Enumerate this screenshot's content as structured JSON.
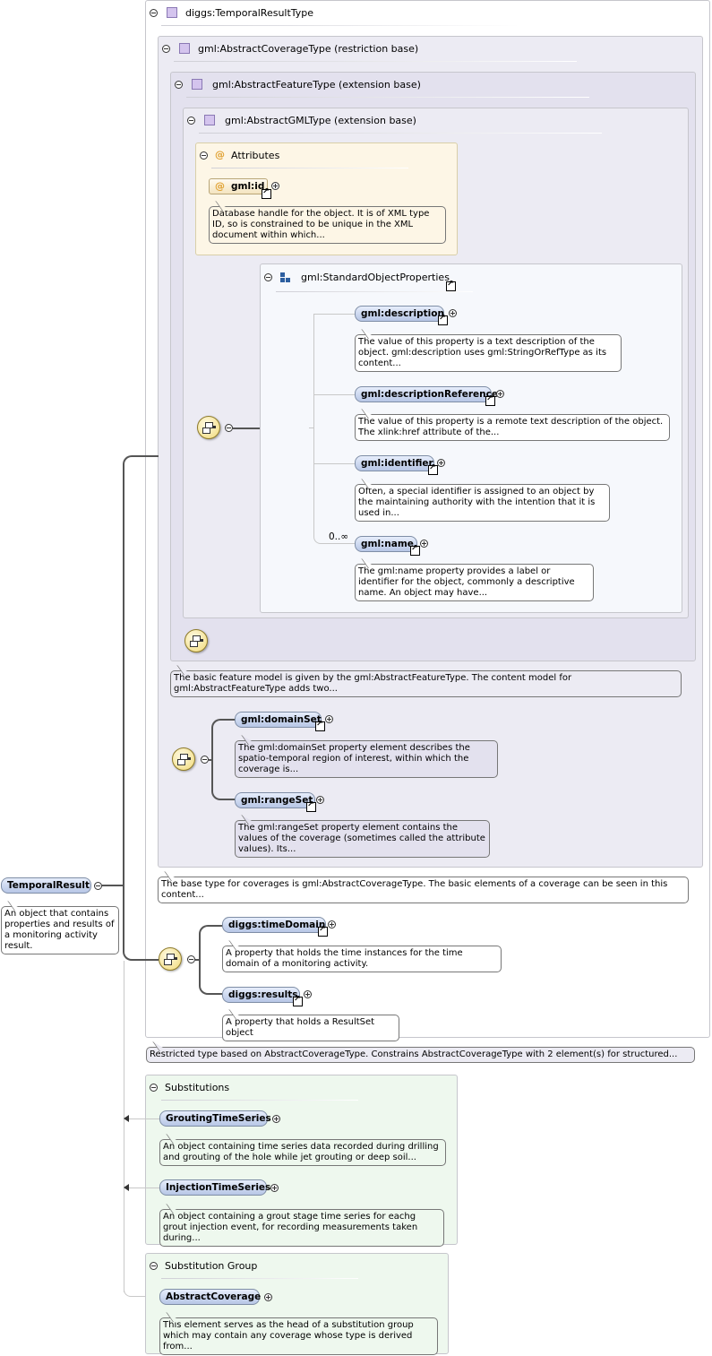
{
  "root": {
    "title": "diggs:TemporalResultType"
  },
  "coverage": {
    "title": "gml:AbstractCoverageType (restriction base)",
    "doc": "The base type for coverages is gml:AbstractCoverageType. The basic elements of a coverage can be seen in this content..."
  },
  "feature": {
    "title": "gml:AbstractFeatureType (extension base)",
    "doc": "The basic feature model is given by the gml:AbstractFeatureType. The content model for gml:AbstractFeatureType adds two..."
  },
  "gmltype": {
    "title": "gml:AbstractGMLType (extension base)"
  },
  "attributes": {
    "title": "Attributes",
    "id_label": "gml:id",
    "id_doc": "Database handle for the object. It is of XML type ID, so is constrained to be unique in the XML document within which..."
  },
  "standard": {
    "title": "gml:StandardObjectProperties",
    "items": [
      {
        "label": "gml:description",
        "doc": "The value of this property is a text description of the object. gml:description uses gml:StringOrRefType as its content..."
      },
      {
        "label": "gml:descriptionReference",
        "doc": "The value of this property is a remote text description of the object. The xlink:href attribute of the..."
      },
      {
        "label": "gml:identifier",
        "doc": "Often, a special identifier is assigned to an object by the maintaining authority with the intention that it is used in..."
      },
      {
        "label": "gml:name",
        "doc": "The gml:name property provides a label or identifier for the object, commonly a descriptive name. An object may have...",
        "cardinality": "0..∞"
      }
    ]
  },
  "coverage_elements": [
    {
      "label": "gml:domainSet",
      "doc": "The gml:domainSet property element describes the spatio-temporal region of interest, within which the coverage is..."
    },
    {
      "label": "gml:rangeSet",
      "doc": "The gml:rangeSet property element contains the values of the coverage (sometimes called the attribute values). Its..."
    }
  ],
  "diggs_elements": [
    {
      "label": "diggs:timeDomain",
      "doc": "A property that holds the time instances for the time domain of a monitoring activity."
    },
    {
      "label": "diggs:results",
      "doc": "A property that holds a ResultSet object"
    }
  ],
  "root_doc": "Restricted type based on AbstractCoverageType. Constrains AbstractCoverageType with 2 element(s) for structured...",
  "element": {
    "label": "TemporalResult",
    "doc": "An object that contains properties and results of a monitoring activity result."
  },
  "substitutions": {
    "title": "Substitutions",
    "items": [
      {
        "label": "GroutingTimeSeries",
        "doc": "An object containing time series data recorded during drilling and grouting of the hole while jet grouting or deep soil..."
      },
      {
        "label": "InjectionTimeSeries",
        "doc": "An object containing a grout stage time series for eachg grout injection event, for recording measurements taken during..."
      }
    ]
  },
  "substitution_group": {
    "title": "Substitution Group",
    "label": "AbstractCoverage",
    "doc": "This element serves as the head of a substitution group which may contain any coverage whose type is derived from..."
  },
  "colors": {
    "node_fill": "#b7c6e6",
    "attributes_bg": "#fdf6e6",
    "standard_bg": "#f6f8fc",
    "panel_bg": "#ecebf3",
    "substitution_bg": "#eef8ee"
  }
}
